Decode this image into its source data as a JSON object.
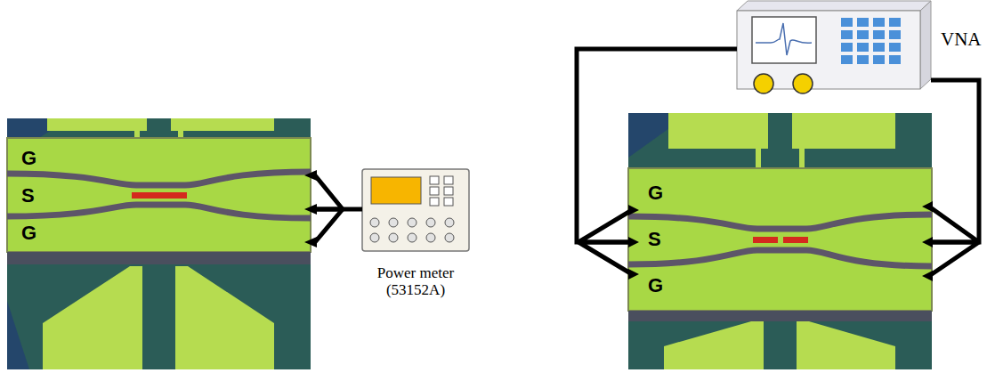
{
  "diagram": {
    "nodes": [
      {
        "text": [
          "G",
          "S",
          "G"
        ]
      },
      {
        "text": [
          "Power meter (53152A)"
        ]
      },
      {
        "text": [
          "VNA"
        ]
      },
      {
        "text": [
          "G",
          "S",
          "G"
        ]
      }
    ],
    "edges": [
      {
        "from": 0,
        "to": 1,
        "arrow": "none"
      },
      {
        "from": 2,
        "to": 3,
        "arrow": "none"
      },
      {
        "from": 2,
        "to": 3,
        "arrow": "none"
      }
    ]
  }
}
